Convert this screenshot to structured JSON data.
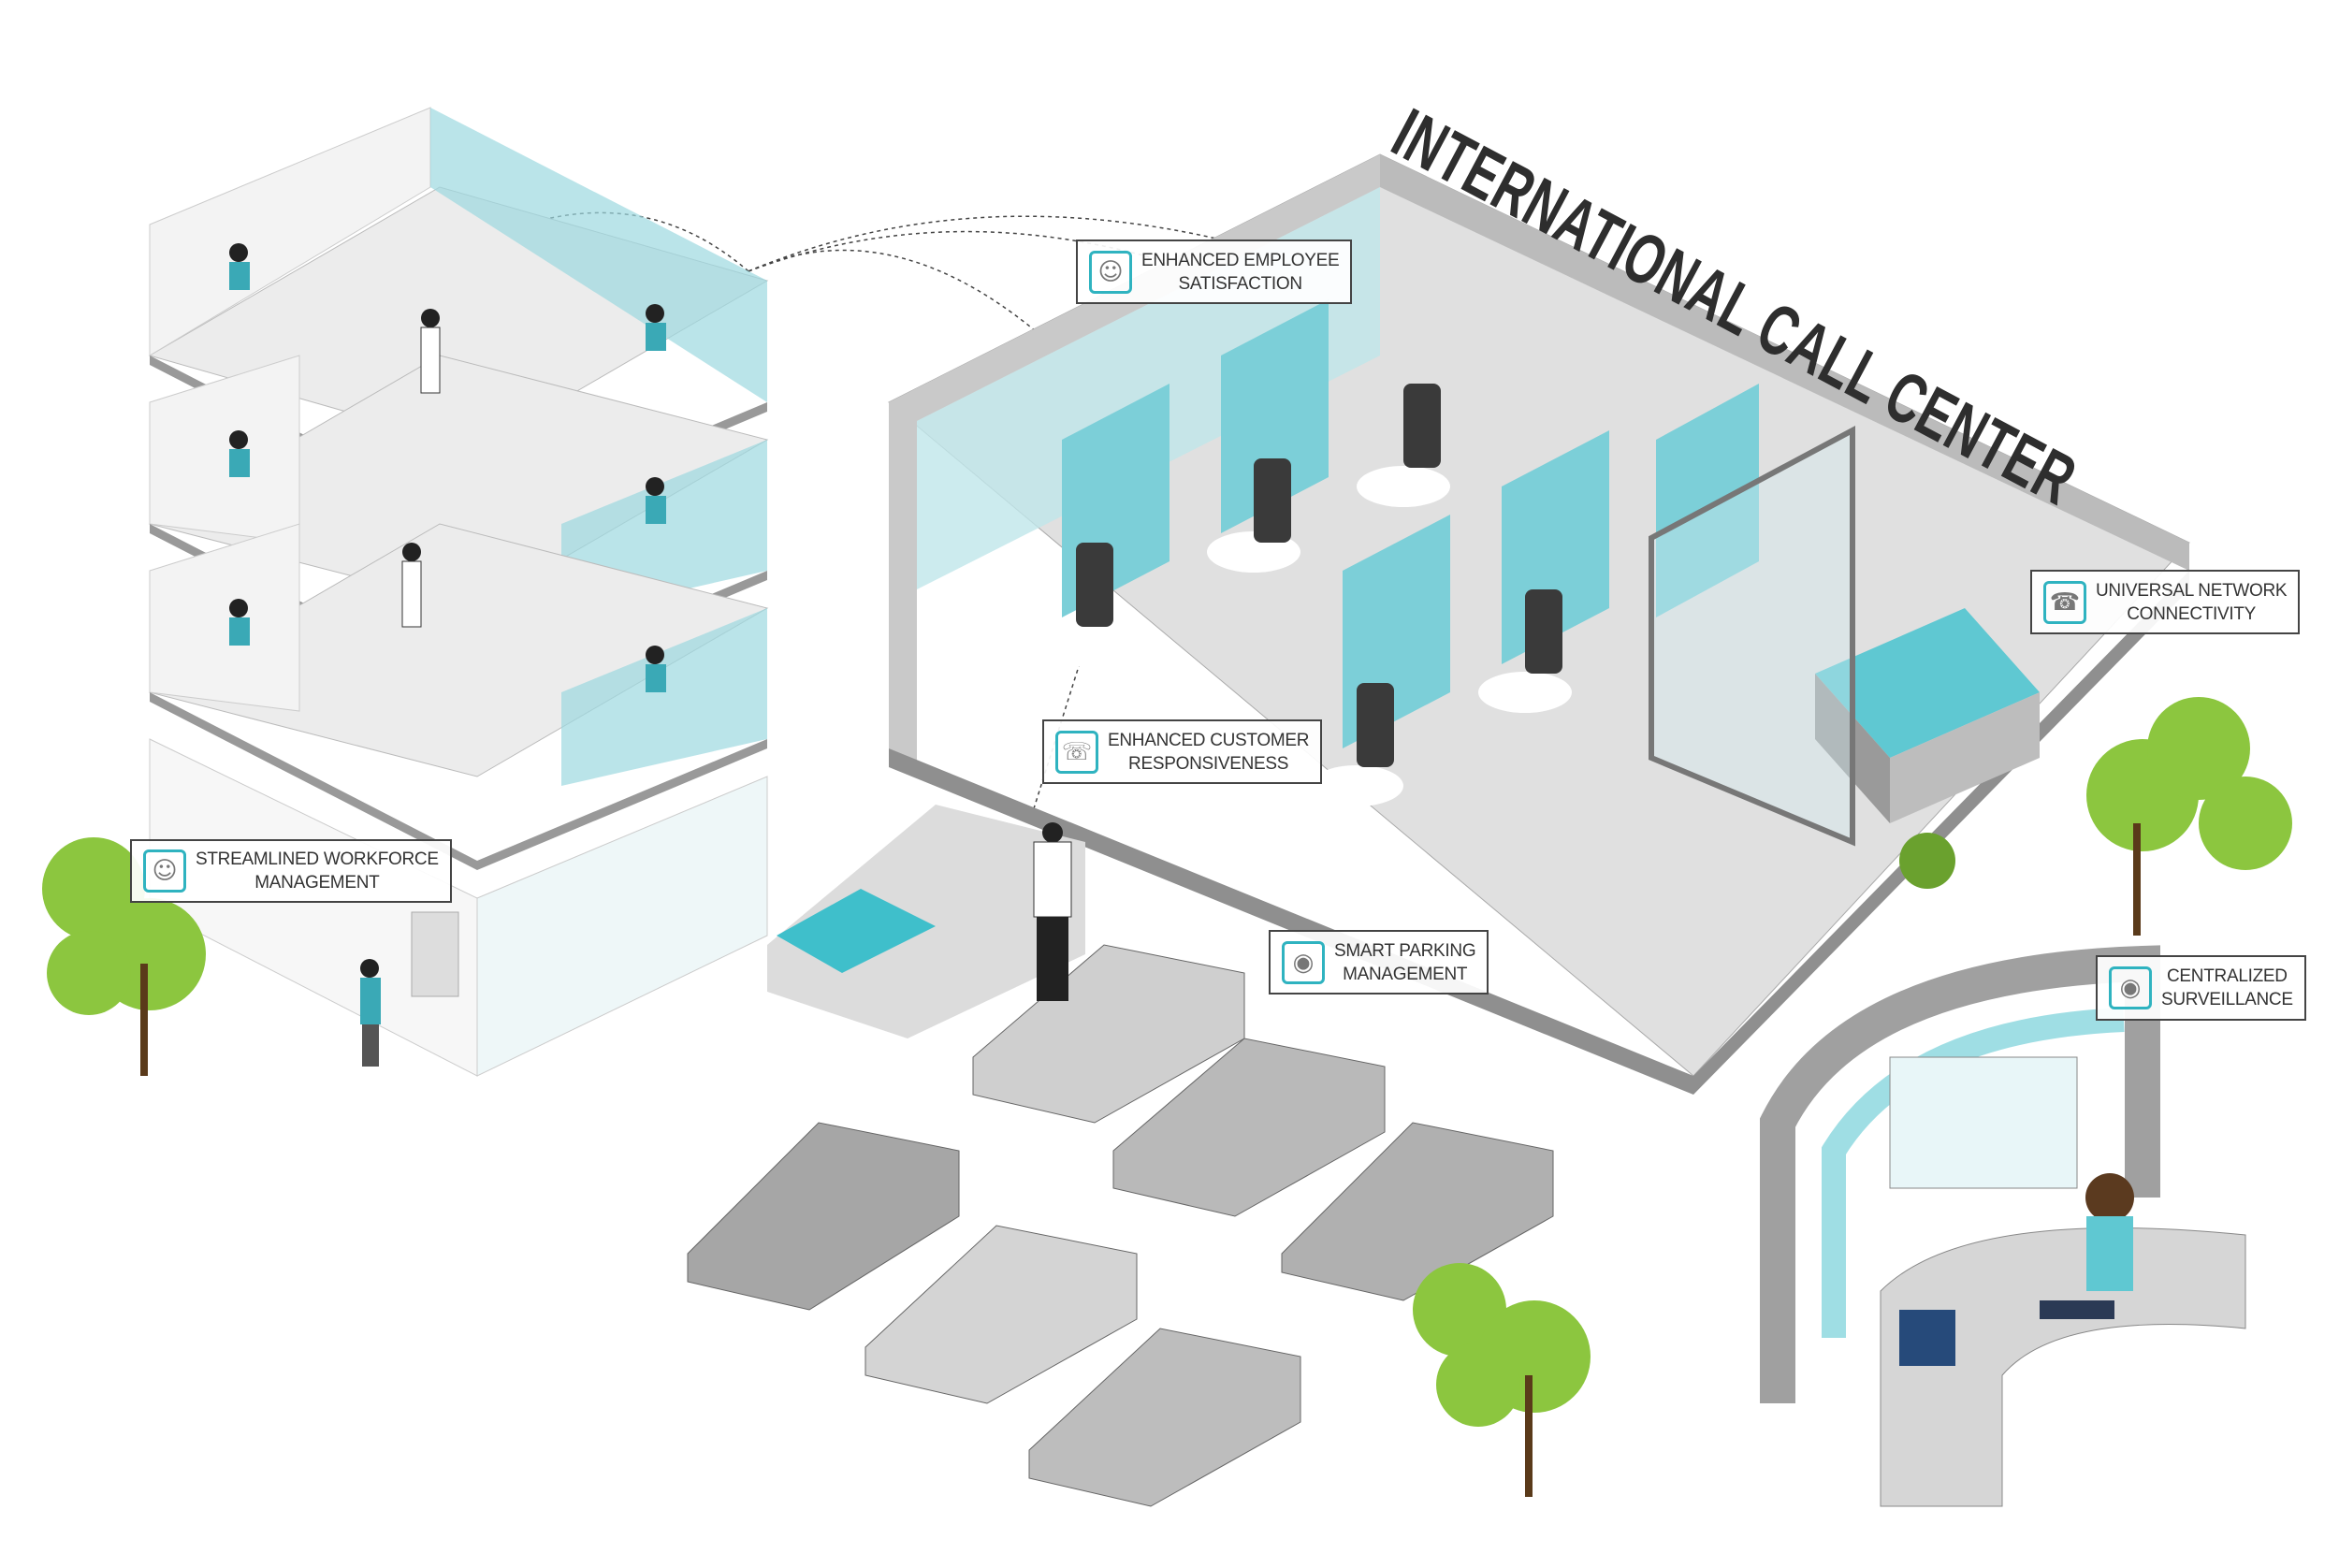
{
  "title": "INTERNATIONAL CALL CENTER",
  "callouts": {
    "employee": {
      "line1": "ENHANCED EMPLOYEE",
      "line2": "SATISFACTION",
      "icon": "employees-icon"
    },
    "network": {
      "line1": "UNIVERSAL NETWORK",
      "line2": "CONNECTIVITY",
      "icon": "desk-phone-icon"
    },
    "customer": {
      "line1": "ENHANCED CUSTOMER",
      "line2": "RESPONSIVENESS",
      "icon": "phone-icon"
    },
    "workforce": {
      "line1": "STREAMLINED WORKFORCE",
      "line2": "MANAGEMENT",
      "icon": "team-icon"
    },
    "parking": {
      "line1": "SMART PARKING",
      "line2": "MANAGEMENT",
      "icon": "parking-camera-icon"
    },
    "surveillance": {
      "line1": "CENTRALIZED",
      "line2": "SURVEILLANCE",
      "icon": "cctv-camera-icon"
    }
  },
  "colors": {
    "accent": "#5fc8d2",
    "wall": "#e6e6e6",
    "floor": "#d9d9d9",
    "tree": "#8cc63f",
    "text": "#333333"
  }
}
